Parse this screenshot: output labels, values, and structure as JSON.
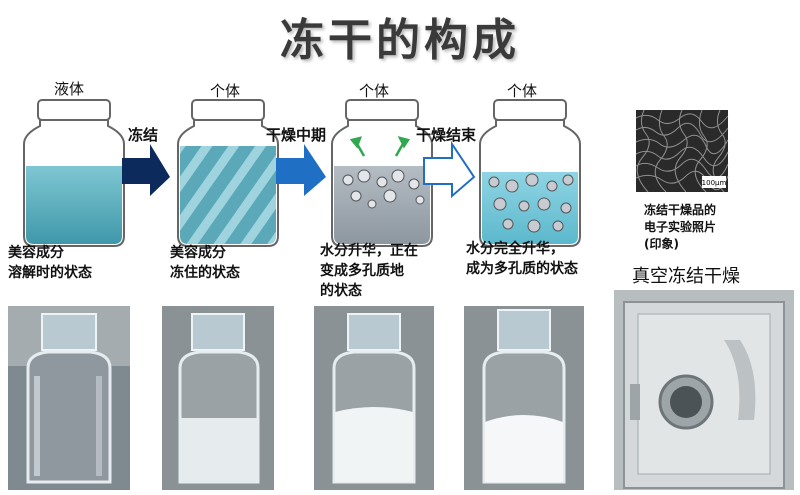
{
  "title": "冻干的构成",
  "stages": [
    {
      "state": "液体",
      "caption_lines": [
        "美容成分",
        "溶解时的状态"
      ]
    },
    {
      "state": "个体",
      "caption_lines": [
        "美容成分",
        "冻住的状态"
      ]
    },
    {
      "state": "个体",
      "caption_lines": [
        "水分升华，正在",
        "变成多孔质地",
        "的状态"
      ]
    },
    {
      "state": "个体",
      "caption_lines": [
        "水分完全升华，",
        "成为多孔质的状态"
      ]
    }
  ],
  "arrows": [
    {
      "label": "冻结",
      "color": "#0d2a5c"
    },
    {
      "label": "干燥中期",
      "color": "#1f6fc4"
    },
    {
      "label": "干燥结束",
      "color": "#ffffff"
    }
  ],
  "micrograph": {
    "caption_lines": [
      "冻结干燥品的",
      "电子实验照片",
      "(印象)"
    ],
    "scale_label": "100μm"
  },
  "machine_title": "真空冻结干燥"
}
